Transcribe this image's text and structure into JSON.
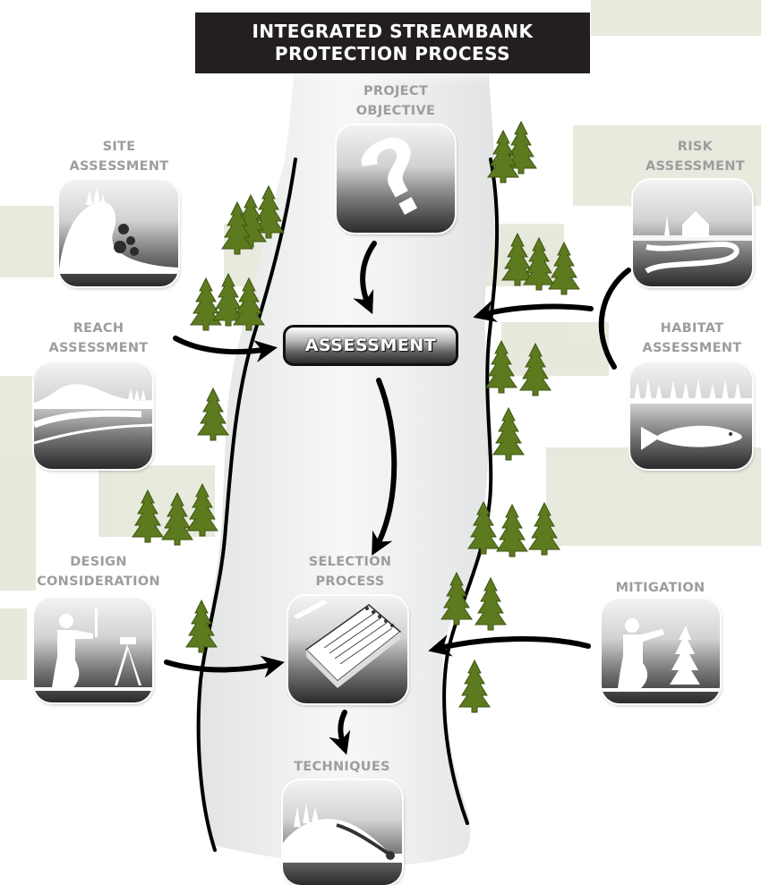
{
  "title": {
    "line1": "INTEGRATED STREAMBANK",
    "line2": "PROTECTION PROCESS"
  },
  "center_box": {
    "label": "ASSESSMENT"
  },
  "nodes": {
    "project_objective": {
      "line1": "PROJECT",
      "line2": "OBJECTIVE",
      "icon": "question-mark-icon"
    },
    "site_assessment": {
      "line1": "SITE",
      "line2": "ASSESSMENT",
      "icon": "hillside-rockfall-icon"
    },
    "risk_assessment": {
      "line1": "RISK",
      "line2": "ASSESSMENT",
      "icon": "house-by-river-icon"
    },
    "reach_assessment": {
      "line1": "REACH",
      "line2": "ASSESSMENT",
      "icon": "river-reach-icon"
    },
    "habitat_assessment": {
      "line1": "HABITAT",
      "line2": "ASSESSMENT",
      "icon": "fish-icon"
    },
    "design_consideration": {
      "line1": "DESIGN",
      "line2": "CONSIDERATION",
      "icon": "surveyor-icon"
    },
    "selection_process": {
      "line1": "SELECTION",
      "line2": "PROCESS",
      "icon": "notebook-icon"
    },
    "mitigation": {
      "line1": "MITIGATION",
      "line2": "",
      "icon": "planting-tree-icon"
    },
    "techniques": {
      "line1": "TECHNIQUES",
      "line2": "",
      "icon": "bank-protection-icon"
    }
  },
  "colors": {
    "title_bg": "#231f20",
    "label_gray": "#9d9d9d",
    "tree_green": "#5e7a1f",
    "river_fill": "#eceeee",
    "background_texture": "#e7e8dc"
  }
}
